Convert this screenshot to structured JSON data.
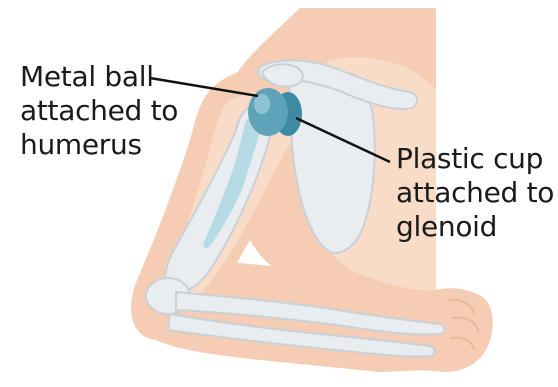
{
  "labels": {
    "metal_ball": [
      "Metal ball",
      "attached to",
      "humerus"
    ],
    "plastic_cup": [
      "Plastic cup",
      "attached to",
      "glenoid"
    ]
  },
  "colors": {
    "skin_outer": "#f4cdb4",
    "skin_inner": "#f9dcc8",
    "skin_shadow": "#eab89a",
    "bone": "#e9edf0",
    "bone_shadow": "#c9d1d8",
    "implant_ball": "#5fa3b8",
    "implant_cup": "#3d8aa3",
    "implant_stem": "#b7dbe6",
    "leader_line": "#111111",
    "text": "#1a1a1a"
  },
  "icons": {
    "illustration": "shoulder-replacement-anatomy"
  }
}
